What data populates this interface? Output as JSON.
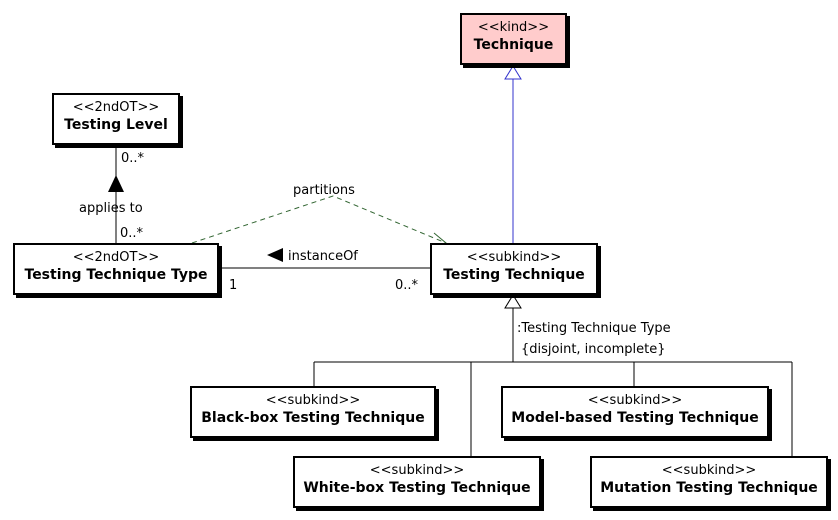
{
  "classes": {
    "technique": {
      "stereotype": "<<kind>>",
      "name": "Technique"
    },
    "testing_level": {
      "stereotype": "<<2ndOT>>",
      "name": "Testing Level"
    },
    "testing_technique_type": {
      "stereotype": "<<2ndOT>>",
      "name": "Testing Technique Type"
    },
    "testing_technique": {
      "stereotype": "<<subkind>>",
      "name": "Testing Technique"
    },
    "blackbox": {
      "stereotype": "<<subkind>>",
      "name": "Black-box Testing Technique"
    },
    "modelbased": {
      "stereotype": "<<subkind>>",
      "name": "Model-based Testing Technique"
    },
    "whitebox": {
      "stereotype": "<<subkind>>",
      "name": "White-box Testing Technique"
    },
    "mutation": {
      "stereotype": "<<subkind>>",
      "name": "Mutation Testing Technique"
    }
  },
  "relations": {
    "applies_to": {
      "label": "applies to",
      "mult_top": "0..*",
      "mult_bottom": "0..*"
    },
    "partitions": {
      "label": "partitions"
    },
    "instance_of": {
      "label": "instanceOf",
      "direction_glyph": "◀",
      "mult_left": "1",
      "mult_right": "0..*"
    },
    "generalization_set": {
      "label": ":Testing Technique Type",
      "constraint": "{disjoint, incomplete}"
    }
  },
  "colors": {
    "kind_fill": "#ffcccc",
    "generalization_line": "#3333cc",
    "dependency_line": "#336633"
  }
}
